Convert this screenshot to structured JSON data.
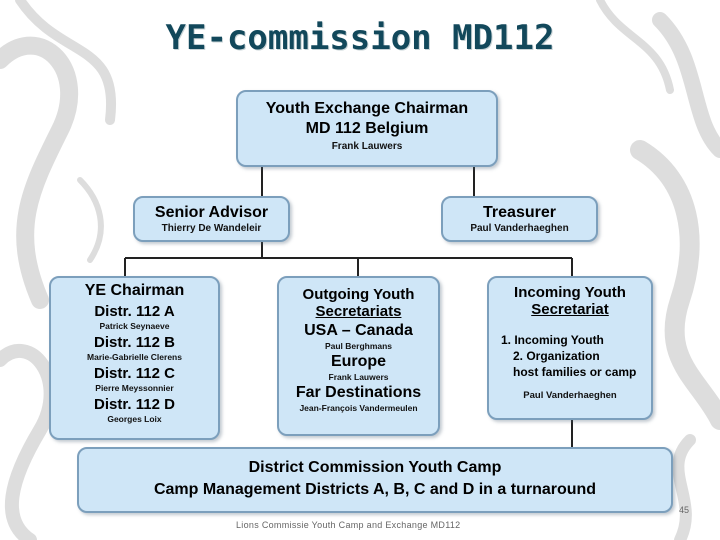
{
  "title": "YE-commission MD112",
  "chairman": {
    "line1": "Youth Exchange Chairman",
    "line2": "MD 112  Belgium",
    "name": "Frank Lauwers"
  },
  "senior_advisor": {
    "role": "Senior Advisor",
    "name": "Thierry De Wandeleir"
  },
  "treasurer": {
    "role": "Treasurer",
    "name": "Paul Vanderhaeghen"
  },
  "district_chairmen": {
    "heading": "YE Chairman",
    "districts": [
      {
        "label": "Distr. 112 A",
        "name": "Patrick Seynaeve"
      },
      {
        "label": "Distr. 112 B",
        "name": "Marie-Gabrielle Clerens"
      },
      {
        "label": "Distr. 112 C",
        "name": "Pierre Meyssonnier"
      },
      {
        "label": "Distr. 112 D",
        "name": "Georges Loix"
      }
    ]
  },
  "outgoing": {
    "heading": "Outgoing Youth",
    "subheading": "Secretariats",
    "destinations": [
      {
        "label": "USA – Canada",
        "name": "Paul Berghmans"
      },
      {
        "label": "Europe",
        "name": "Frank Lauwers"
      },
      {
        "label": "Far Destinations",
        "name": "Jean-François Vandermeulen"
      }
    ]
  },
  "incoming": {
    "heading": "Incoming Youth",
    "subheading": "Secretariat",
    "item1": "1.  Incoming Youth",
    "item2": "2.  Organization",
    "item2b": "host families or camp",
    "name": "Paul Vanderhaeghen"
  },
  "camp": {
    "line1": "District Commission Youth Camp",
    "line2": "Camp Management Districts A, B, C and D in a turnaround"
  },
  "footer": "Lions Commissie Youth Camp and Exchange  MD112",
  "page_number": "45"
}
